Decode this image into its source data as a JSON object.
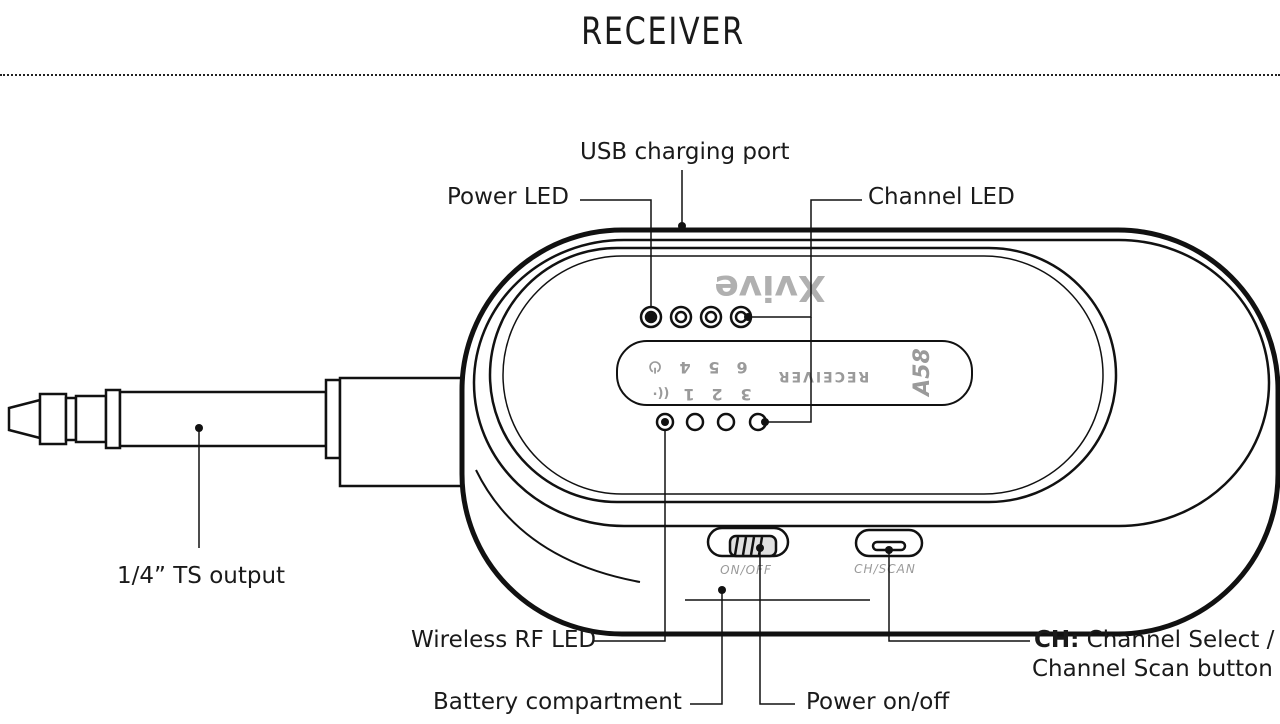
{
  "title": "RECEIVER",
  "device": {
    "brand_logo": "Xvive",
    "model": "A58",
    "panel_text": "RECEIVER",
    "power_glyph": "⏻",
    "rf_glyph": "((·",
    "top_channels": [
      "4",
      "5",
      "6"
    ],
    "bottom_channels": [
      "1",
      "2",
      "3"
    ],
    "switch_label": "ON/OFF",
    "button_label": "CH/SCAN"
  },
  "labels": {
    "usb_port": "USB charging port",
    "power_led": "Power LED",
    "channel_led": "Channel LED",
    "ts_output": "1/4” TS output",
    "rf_led": "Wireless RF LED",
    "ch_prefix": "CH:",
    "ch_line1": "Channel Select /",
    "ch_line2": "Channel Scan button",
    "battery": "Battery compartment",
    "power_switch": "Power on/off"
  }
}
